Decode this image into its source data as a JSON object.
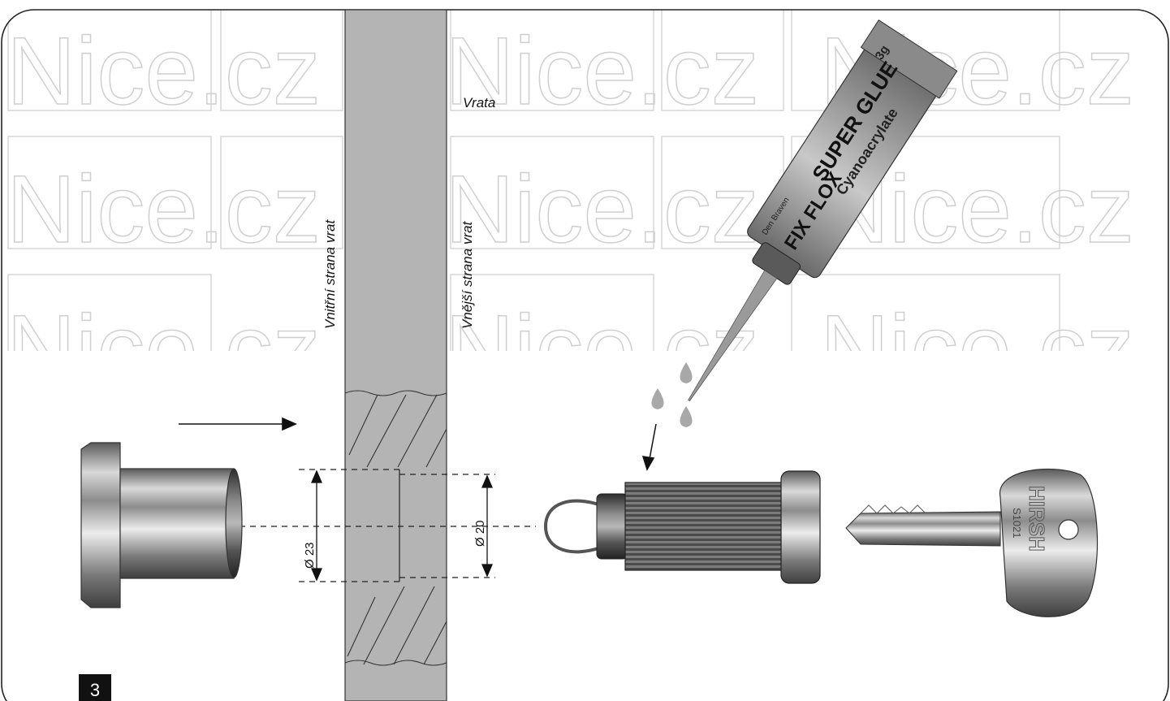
{
  "figure": {
    "number": "3",
    "labels": {
      "door": "Vrata",
      "inner_side": "Vnitřní strana vrat",
      "outer_side": "Vnější strana vrat"
    },
    "dimensions": {
      "bushing_diameter": "Ø 23",
      "lock_diameter": "Ø 20"
    },
    "glue_tube": {
      "brand": "FIX FLOX",
      "product": "SUPER GLUE",
      "type": "Cyanoacrylate",
      "amount": "3g",
      "maker": "Den Braven"
    },
    "key": {
      "brand": "HIRSH",
      "code": "S1021"
    },
    "watermark": "Nice.cz",
    "colors": {
      "door": "#b4b4b4",
      "metal": "#8a8a8a",
      "glue_drop": "#a8a8a8",
      "tube": "#9a9a9a",
      "label_box": "#111111"
    }
  }
}
